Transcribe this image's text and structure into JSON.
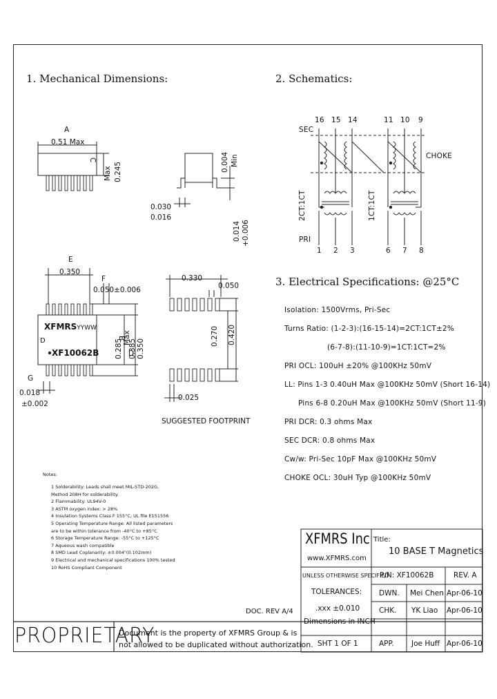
{
  "sections": {
    "mech_title": "1. Mechanical Dimensions:",
    "schem_title": "2. Schematics:",
    "elec_title": "3. Electrical Specifications: @25°C"
  },
  "mech": {
    "a_label": "A",
    "a_value": "0.51 Max",
    "c_label": "C",
    "c_value": "0.245",
    "c_max": "Max",
    "side_top_value": "0.004",
    "side_top_min": "Min",
    "lead_w1": "0.030",
    "lead_w2": "0.016",
    "lead_t1": "0.014",
    "lead_t2": "+0.006",
    "e_label": "E",
    "e_value": "0.350",
    "f_label": "F",
    "f_value": "0.050±0.006",
    "part_brand": "XFMRS",
    "part_yyww": "YYWW",
    "part_number": "XF10062B",
    "b_label": "B",
    "b_value": "0.285",
    "b_max": "Max",
    "d_label": "D",
    "d_value": "0.385",
    "h_value": "0.350",
    "g_label": "G",
    "g_value1": "0.018",
    "g_value2": "±0.002",
    "fp_w": "0.330",
    "fp_pitch": "0.050",
    "fp_h1": "0.270",
    "fp_h2": "0.420",
    "fp_pad": "0.025",
    "fp_caption": "SUGGESTED FOOTPRINT"
  },
  "schematic": {
    "sec_label": "SEC",
    "pri_label": "PRI",
    "top_pins_left": [
      "16",
      "15",
      "14"
    ],
    "top_pins_right": [
      "11",
      "10",
      "9"
    ],
    "bottom_pins_left": [
      "1",
      "2",
      "3"
    ],
    "bottom_pins_right": [
      "6",
      "7",
      "8"
    ],
    "ratio_left": "2CT:1CT",
    "ratio_right": "1CT:1CT",
    "choke_label": "CHOKE"
  },
  "electrical": {
    "lines": [
      "Isolation: 1500Vrms, Pri-Sec",
      "Turns Ratio: (1-2-3):(16-15-14)=2CT:1CT±2%",
      "(6-7-8):(11-10-9)=1CT:1CT=2%",
      "PRI OCL: 100uH ±20% @100KHz 50mV",
      "LL: Pins 1-3 0.40uH Max @100KHz 50mV (Short 16-14)",
      "Pins 6-8 0.20uH Max @100KHz 50mV (Short 11-9)",
      "PRI DCR: 0.3 ohms Max",
      "SEC DCR: 0.8 ohms Max",
      "Cw/w: Pri-Sec 10pF Max @100KHz 50mV",
      "CHOKE OCL: 30uH Typ @100KHz 50mV"
    ]
  },
  "notes": {
    "heading": "Notes:",
    "items": [
      "1  Solderability: Leads shall meet MIL-STD-202G,",
      "    Method 208H for solderability.",
      "2  Flammability: UL94V-0",
      "3  ASTM oxygen index: > 28%",
      "4  Insulation Systems Class F 155°C, UL file E151556",
      "5  Operating Temperature Range: All listed parameters",
      "    are to be within tolerance from -40°C to +85°C",
      "6  Storage Temperature Range: -55°C to +125°C",
      "7  Aqueous wash compatible",
      "8  SMD Lead Coplanarity: ±0.004\"(0.102mm)",
      "9  Electrical and mechanical specifications 100% tested",
      "10  RoHS Compliant Component"
    ]
  },
  "doc_rev": "DOC. REV A/4",
  "proprietary": {
    "word": "PROPRIETARY",
    "line1": "Document is the property of XFMRS Group & is",
    "line2": "not allowed to be duplicated without authorization."
  },
  "titleblock": {
    "company": "XFMRS Inc",
    "website": "www.XFMRS.com",
    "title_label": "Title:",
    "title_value": "10 BASE T Magnetics",
    "unless": "UNLESS OTHERWISE SPECIFIED",
    "tolerances": "TOLERANCES:",
    "tol_value": ".xxx ±0.010",
    "dims_in": "Dimensions in INCH",
    "pn_label": "P/N: XF10062B",
    "rev_label": "REV. A",
    "dwn_label": "DWN.",
    "dwn_name": "Mei Chen",
    "dwn_date": "Apr-06-10",
    "chk_label": "CHK.",
    "chk_name": "YK Liao",
    "chk_date": "Apr-06-10",
    "app_label": "APP.",
    "app_name": "Joe Huff",
    "app_date": "Apr-06-10",
    "sheet": "SHT 1 OF 1"
  }
}
